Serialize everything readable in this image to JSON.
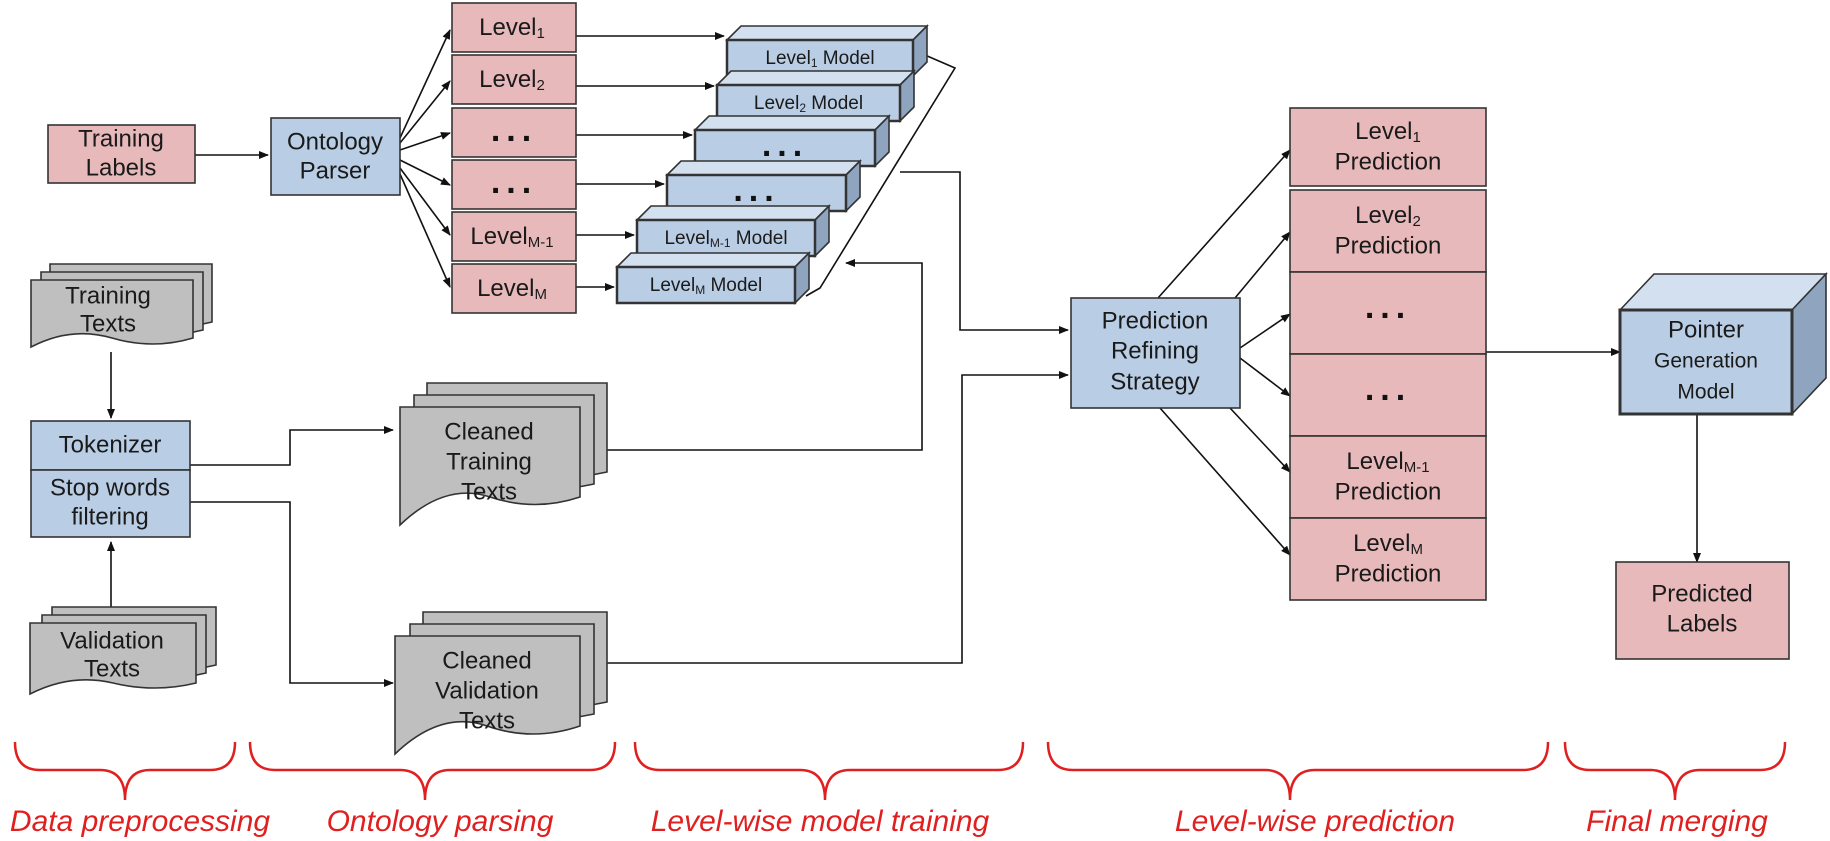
{
  "nodes": {
    "training_labels": [
      "Training",
      "Labels"
    ],
    "ontology_parser": [
      "Ontology",
      "Parser"
    ],
    "training_texts": [
      "Training",
      "Texts"
    ],
    "validation_texts": [
      "Validation",
      "Texts"
    ],
    "tokenizer": "Tokenizer",
    "stop_words": [
      "Stop words",
      "filtering"
    ],
    "cleaned_training": [
      "Cleaned",
      "Training",
      "Texts"
    ],
    "cleaned_validation": [
      "Cleaned",
      "Validation",
      "Texts"
    ],
    "prediction_refining": [
      "Prediction",
      "Refining",
      "Strategy"
    ],
    "pointer_model": [
      "Pointer",
      "Generation",
      "Model"
    ],
    "predicted_labels": [
      "Predicted",
      "Labels"
    ]
  },
  "levels": [
    {
      "base": "Level",
      "sub": "1"
    },
    {
      "base": "Level",
      "sub": "2"
    },
    {
      "dots": "..."
    },
    {
      "dots": "..."
    },
    {
      "base": "Level",
      "sub": "M-1"
    },
    {
      "base": "Level",
      "sub": "M"
    }
  ],
  "models": [
    {
      "base": "Level",
      "sub": "1",
      "suffix": " Model"
    },
    {
      "base": "Level",
      "sub": "2",
      "suffix": " Model"
    },
    {
      "dots": "..."
    },
    {
      "dots": "..."
    },
    {
      "base": "Level",
      "sub": "M-1",
      "suffix": " Model"
    },
    {
      "base": "Level",
      "sub": "M",
      "suffix": " Model"
    }
  ],
  "predictions": [
    {
      "base": "Level",
      "sub": "1",
      "line2": "Prediction"
    },
    {
      "base": "Level",
      "sub": "2",
      "line2": "Prediction"
    },
    {
      "dots": "..."
    },
    {
      "dots": "..."
    },
    {
      "base": "Level",
      "sub": "M-1",
      "line2": "Prediction"
    },
    {
      "base": "Level",
      "sub": "M",
      "line2": "Prediction"
    }
  ],
  "stages": [
    "Data preprocessing",
    "Ontology parsing",
    "Level-wise model training",
    "Level-wise prediction",
    "Final merging"
  ]
}
